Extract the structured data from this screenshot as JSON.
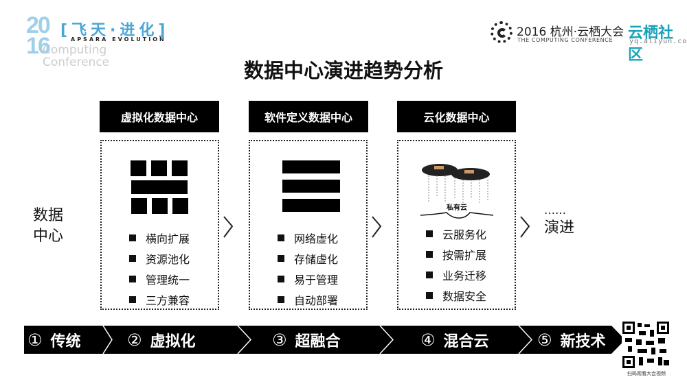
{
  "header": {
    "event_logo": {
      "year_top": "20",
      "year_bottom": "16",
      "cn": "[飞天·进化]",
      "en": "APSARA EVOLUTION",
      "sub1": "Computing",
      "sub2": "Conference"
    },
    "conference_logo": {
      "cn": "2016 杭州·云栖大会",
      "en": "THE COMPUTING CONFERENCE"
    },
    "community_logo": {
      "cn": "云栖社区",
      "url": "yq.aliyun.com"
    }
  },
  "title": "数据中心演进趋势分析",
  "left_label": [
    "数据",
    "中心"
  ],
  "right_label": {
    "dots": "…… ",
    "text": "演进"
  },
  "columns": [
    {
      "heading": "虚拟化数据中心",
      "icon": "grid-blocks-icon",
      "items": [
        "横向扩展",
        "资源池化",
        "管理统一",
        "三方兼容"
      ]
    },
    {
      "heading": "软件定义数据中心",
      "icon": "stacked-bars-icon",
      "items": [
        "网络虚化",
        "存储虚化",
        "易于管理",
        "自动部署"
      ]
    },
    {
      "heading": "云化数据中心",
      "icon": "private-cloud-icon",
      "icon_label": "私有云",
      "items": [
        "云服务化",
        "按需扩展",
        "业务迁移",
        "数据安全"
      ]
    }
  ],
  "timeline": [
    {
      "num": "①",
      "label": "传统"
    },
    {
      "num": "②",
      "label": "虚拟化"
    },
    {
      "num": "③",
      "label": "超融合"
    },
    {
      "num": "④",
      "label": "混合云"
    },
    {
      "num": "⑤",
      "label": "新技术"
    }
  ],
  "qr_caption": "扫码观看大会视频",
  "colors": {
    "accent_teal": "#1aa3b8",
    "black": "#000000"
  }
}
